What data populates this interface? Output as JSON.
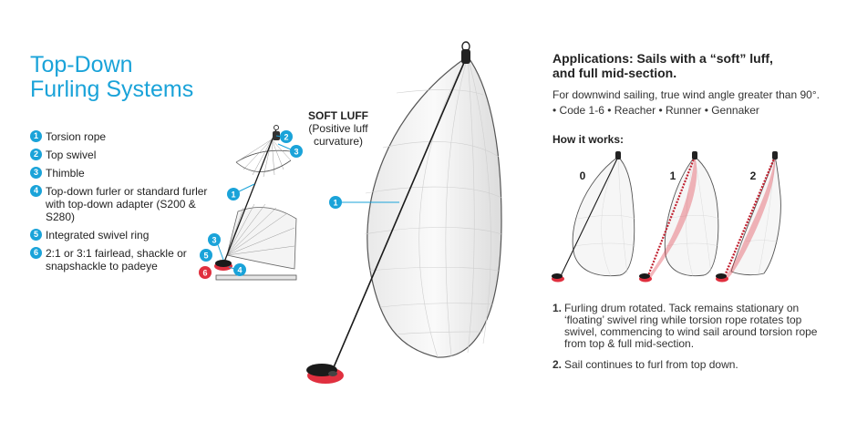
{
  "title": {
    "line1": "Top-Down",
    "line2": "Furling Systems"
  },
  "legend": [
    {
      "num": "1",
      "text": "Torsion rope"
    },
    {
      "num": "2",
      "text": "Top swivel"
    },
    {
      "num": "3",
      "text": "Thimble"
    },
    {
      "num": "4",
      "text": "Top-down furler or standard furler with top-down adapter (S200 & S280)"
    },
    {
      "num": "5",
      "text": "Integrated swivel ring"
    },
    {
      "num": "6",
      "text": "2:1 or 3:1 fairlead, shackle or snapshackle to padeye"
    }
  ],
  "soft_luff": {
    "heading": "SOFT LUFF",
    "detail_line1": "(Positive luff",
    "detail_line2": "curvature)"
  },
  "applications": {
    "title_line1": "Applications: Sails with a “soft” luff,",
    "title_line2": "and full mid-section.",
    "description": "For downwind sailing, true wind angle greater than 90°.",
    "types": "• Code 1-6 • Reacher • Runner • Gennaker"
  },
  "how_it_works": {
    "title": "How it works:",
    "stage_labels": [
      "0",
      "1",
      "2"
    ],
    "steps": [
      {
        "num": "1.",
        "text": "Furling drum rotated. Tack remains stationary on ‘floating’ swivel ring while torsion rope rotates top swivel, commencing to wind sail around torsion rope from top & full mid-section."
      },
      {
        "num": "2.",
        "text": "Sail continues to furl from top down."
      }
    ]
  },
  "callouts": {
    "small_diagram": [
      "1",
      "2",
      "3",
      "3",
      "4",
      "5",
      "6"
    ],
    "big_sail": "1"
  },
  "colors": {
    "accent": "#1aa3d9",
    "furler_red": "#e0303f",
    "rope": "#1a1a1a",
    "sail_line": "#c8c8c8"
  }
}
